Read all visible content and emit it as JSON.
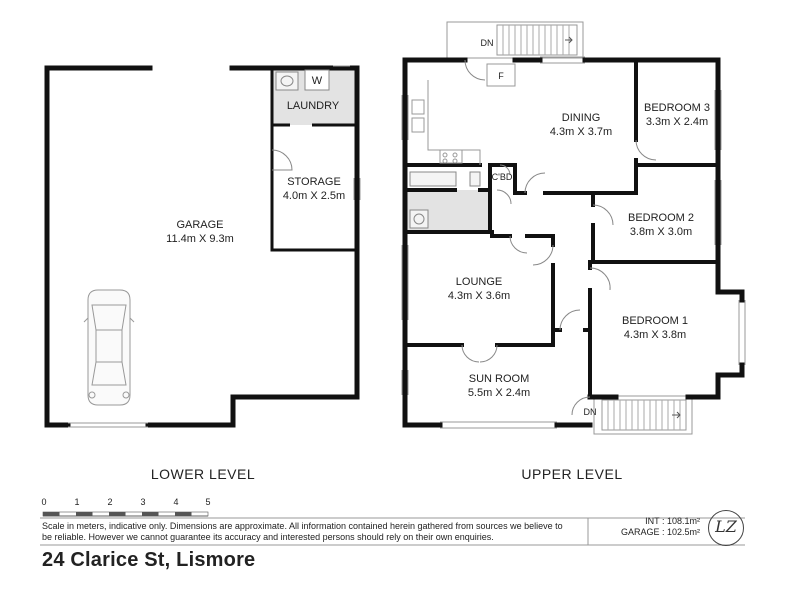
{
  "levels": {
    "lower": "LOWER LEVEL",
    "upper": "UPPER LEVEL"
  },
  "rooms": {
    "garage": {
      "name": "GARAGE",
      "dims": "11.4m X 9.3m"
    },
    "laundry": {
      "name": "LAUNDRY"
    },
    "storage": {
      "name": "STORAGE",
      "dims": "4.0m X 2.5m"
    },
    "dining": {
      "name": "DINING",
      "dims": "4.3m X 3.7m"
    },
    "bedroom3": {
      "name": "BEDROOM 3",
      "dims": "3.3m X 2.4m"
    },
    "bedroom2": {
      "name": "BEDROOM 2",
      "dims": "3.8m X 3.0m"
    },
    "bedroom1": {
      "name": "BEDROOM 1",
      "dims": "4.3m X 3.8m"
    },
    "lounge": {
      "name": "LOUNGE",
      "dims": "4.3m X 3.6m"
    },
    "sunroom": {
      "name": "SUN ROOM",
      "dims": "5.5m X 2.4m"
    }
  },
  "markers": {
    "w": "W",
    "f": "F",
    "cbd": "C'BD",
    "dn_top": "DN",
    "dn_bottom": "DN"
  },
  "scale": {
    "ticks": [
      "0",
      "1",
      "2",
      "3",
      "4",
      "5"
    ]
  },
  "footer": {
    "disclaimer": "Scale in meters, indicative only. Dimensions are approximate. All information contained herein gathered from sources we believe to be reliable. However we cannot guarantee its accuracy and interested persons should rely on their own enquiries.",
    "address": "24 Clarice St, Lismore",
    "int_area": "INT : 108.1m²",
    "garage_area": "GARAGE : 102.5m²"
  },
  "logo": {
    "text": "LZ"
  },
  "colors": {
    "wall": "#111111",
    "wet_area": "#e3e3e3",
    "fixture": "#888888"
  }
}
